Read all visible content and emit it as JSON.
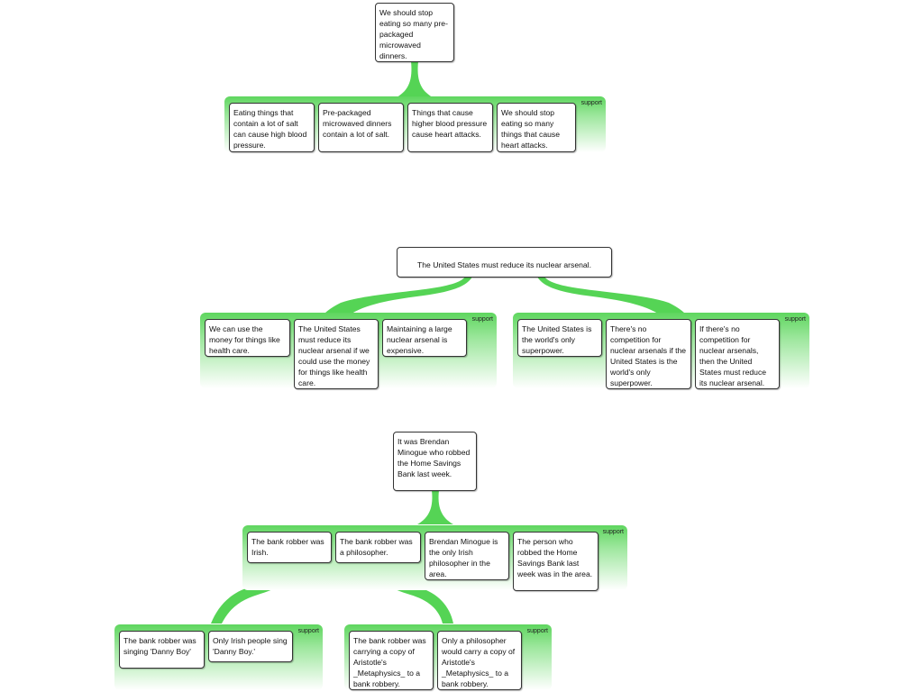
{
  "group_label": "support",
  "colors": {
    "connector": "#55d455",
    "group_top": "#5fd65f",
    "node_border": "#333333"
  },
  "maps": [
    {
      "claim": "We should stop eating so many pre-packaged microwaved dinners.",
      "supports": [
        {
          "premises": [
            "Eating things that contain a lot of salt can cause high blood pressure.",
            "Pre-packaged microwaved dinners contain a lot of salt.",
            "Things that cause higher blood pressure cause heart attacks.",
            "We should stop eating so many things that cause heart attacks."
          ]
        }
      ]
    },
    {
      "claim": "The United States must reduce its nuclear arsenal.",
      "supports": [
        {
          "premises": [
            "We can use the money for things like health care.",
            "The United States must reduce its nuclear arsenal if we could use the money for things like health care.",
            "Maintaining a large nuclear arsenal is expensive."
          ]
        },
        {
          "premises": [
            "The United States is the world's only superpower.",
            "There's no competition for nuclear arsenals if the United States is the world's only superpower.",
            "If there's no competition for nuclear arsenals, then the United States must reduce its nuclear arsenal."
          ]
        }
      ]
    },
    {
      "claim": "It was Brendan Minogue who robbed the Home Savings Bank last week.",
      "supports": [
        {
          "premises": [
            "The bank robber was Irish.",
            "The bank robber was a philosopher.",
            "Brendan Minogue is the only Irish philosopher in the area.",
            "The person who robbed the Home Savings Bank last week was in the area."
          ]
        }
      ],
      "sub_supports": [
        {
          "premises": [
            "The bank robber was singing 'Danny Boy'",
            "Only Irish people sing 'Danny Boy.'"
          ]
        },
        {
          "premises": [
            "The bank robber was carrying a copy of Aristotle's _Metaphysics_ to a bank robbery.",
            "Only a philosopher would carry a copy of Aristotle's _Metaphysics_ to a bank robbery."
          ]
        }
      ]
    }
  ]
}
